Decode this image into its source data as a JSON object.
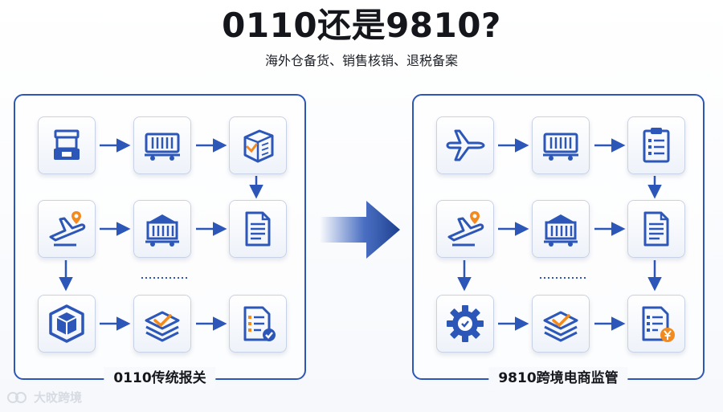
{
  "header": {
    "title": "0110还是9810?",
    "subtitle": "海外仓备货、销售核销、退税备案"
  },
  "panels": [
    {
      "label": "0110传统报关",
      "tiles": [
        {
          "icon": "machine-icon"
        },
        {
          "icon": "container-truck-icon"
        },
        {
          "icon": "box-check-icon"
        },
        {
          "icon": "plane-location-icon"
        },
        {
          "icon": "warehouse-truck-icon"
        },
        {
          "icon": "document-icon"
        },
        {
          "icon": "3d-box-icon"
        },
        {
          "icon": "layers-check-icon"
        },
        {
          "icon": "checklist-badge-icon"
        }
      ]
    },
    {
      "label": "9810跨境电商监管",
      "tiles": [
        {
          "icon": "airplane-icon"
        },
        {
          "icon": "container-truck-icon"
        },
        {
          "icon": "clipboard-icon"
        },
        {
          "icon": "plane-location-icon"
        },
        {
          "icon": "warehouse-truck-icon"
        },
        {
          "icon": "document-icon"
        },
        {
          "icon": "gear-icon"
        },
        {
          "icon": "layers-check-icon"
        },
        {
          "icon": "checklist-yen-icon"
        }
      ]
    }
  ],
  "watermark": {
    "text": "大旼跨境"
  },
  "colors": {
    "primary": "#2c57b8",
    "accent": "#f28a1e",
    "dark": "#1d3f8f"
  }
}
